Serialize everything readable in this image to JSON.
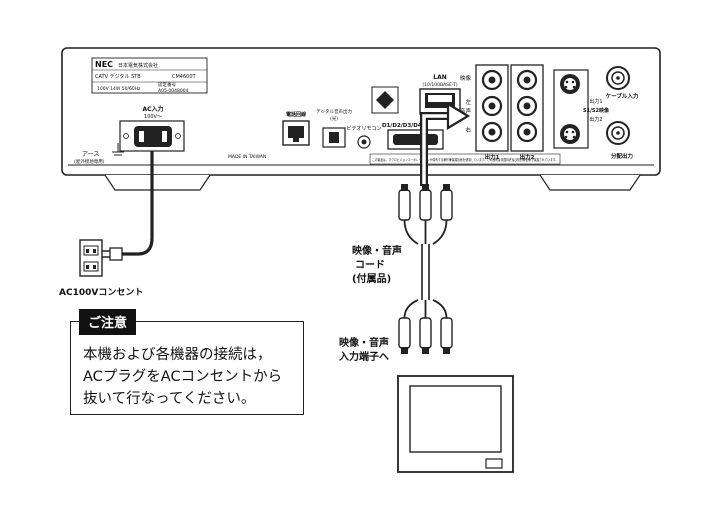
{
  "device": {
    "brand": "NEC",
    "maker": "日本電気株式会社",
    "product": "CATV デジタル STB",
    "model": "CM4600T",
    "power_spec": "100V 14W 50/60Hz",
    "cert_label": "認定番号",
    "cert_number": "A05-0048004",
    "made_in": "MADE IN TAIWAN",
    "ac_input": "AC入力",
    "ac_input_sub": "100V〜",
    "ground": "アース",
    "ground_sub": "(屋外接地専用)",
    "telephone": "電話回線",
    "digital_audio": "デジタル音声出力",
    "digital_audio_sub": "(光)",
    "video_remote": "ビデオリモコン",
    "d_terminal": "D1/D2/D3/D4",
    "lan": "LAN",
    "lan_sub": "(10/100BASE-T)",
    "video": "映像",
    "left": "左",
    "audio": "音声",
    "right": "右",
    "output1": "出力1",
    "output2": "出力2",
    "s_output1": "出力1",
    "s_label": "S1/S2映像",
    "s_output2": "出力2",
    "cable_in": "ケーブル入力",
    "split_out": "分配出力",
    "notice": "この製品は、マクロビジョンコーポレーションが保有する著作権保護技術を使用しています。この技術は米国特許及び知的財産権で保護されています。"
  },
  "labels": {
    "outlet": "AC100Vコンセント",
    "cord_line1": "映像・音声",
    "cord_line2": "コード",
    "cord_line3": "(付属品)",
    "input_line1": "映像・音声",
    "input_line2": "入力端子へ"
  },
  "caution": {
    "title": "ご注意",
    "body": "本機および各機器の接続は，\nACプラグをACコンセントから\n抜いて行なってください。"
  }
}
